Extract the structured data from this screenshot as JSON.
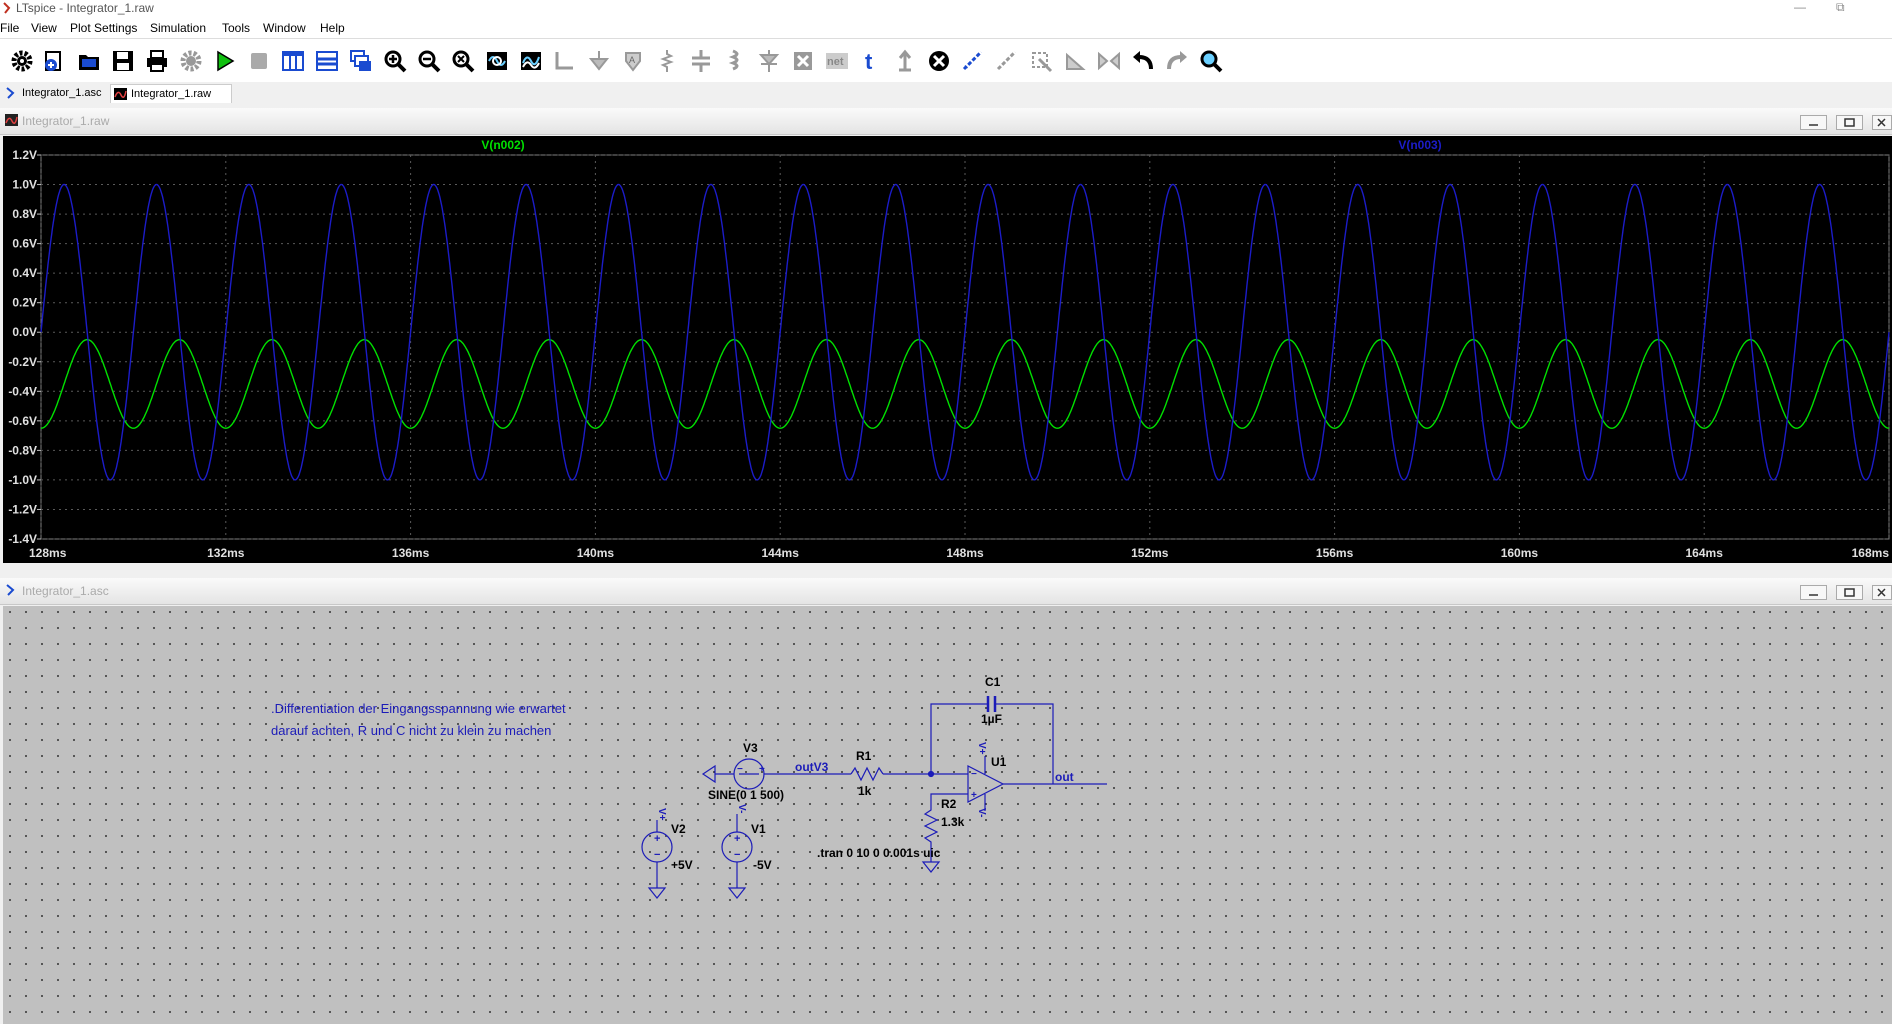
{
  "window": {
    "title": "LTspice - Integrator_1.raw"
  },
  "menu": {
    "file": "File",
    "view": "View",
    "plot_settings": "Plot Settings",
    "simulation": "Simulation",
    "tools": "Tools",
    "window": "Window",
    "help": "Help"
  },
  "tabs": [
    {
      "label": "Integrator_1.asc"
    },
    {
      "label": "Integrator_1.raw"
    }
  ],
  "plot_window": {
    "title": "Integrator_1.raw"
  },
  "schematic_window": {
    "title": "Integrator_1.asc"
  },
  "colors": {
    "trace_green": "#00e000",
    "trace_blue": "#1c1cc8",
    "plot_bg": "#000000",
    "axis_text": "#e0e0e0",
    "schematic_blue": "#1c1cb8",
    "schematic_bg": "#c0c0c0"
  },
  "chart_data": {
    "type": "line",
    "title": "",
    "xlabel": "",
    "ylabel": "",
    "xlim": [
      128,
      168
    ],
    "ylim": [
      -1.4,
      1.2
    ],
    "grid": true,
    "x_unit": "ms",
    "x_ticks": [
      "128ms",
      "132ms",
      "136ms",
      "140ms",
      "144ms",
      "148ms",
      "152ms",
      "156ms",
      "160ms",
      "164ms",
      "168ms"
    ],
    "y_ticks": [
      "1.2V",
      "1.0V",
      "0.8V",
      "0.6V",
      "0.4V",
      "0.2V",
      "0.0V",
      "-0.2V",
      "-0.4V",
      "-0.6V",
      "-0.8V",
      "-1.0V",
      "-1.2V",
      "-1.4V"
    ],
    "series": [
      {
        "name": "V(n002)",
        "color": "#00e000",
        "waveform": "sine",
        "frequency_hz": 500,
        "amplitude_v": 0.3,
        "offset_v": -0.35,
        "first_peak_ms": 129.0
      },
      {
        "name": "V(n003)",
        "color": "#1c1cc8",
        "waveform": "sine",
        "frequency_hz": 500,
        "amplitude_v": 1.0,
        "offset_v": 0.0,
        "first_peak_ms": 128.5
      }
    ]
  },
  "schematic": {
    "comment_line1": ".Differentiation der Eingangsspannung wie erwartet",
    "comment_line2": "darauf achten, R und C nicht zu klein zu machen",
    "directive": ".tran 0 10 0 0.001s uic",
    "V3": {
      "name": "V3",
      "value": "SINE(0 1 500)"
    },
    "V2": {
      "name": "V2",
      "value": "+5V"
    },
    "V1": {
      "name": "V1",
      "value": "-5V"
    },
    "R1": {
      "name": "R1",
      "value": "1k"
    },
    "R2": {
      "name": "R2",
      "value": "1.3k"
    },
    "C1": {
      "name": "C1",
      "value": "1µF"
    },
    "U1": {
      "name": "U1"
    },
    "net_outV3": "outV3",
    "net_out": "out",
    "flag_vplus": "V+",
    "flag_vminus": "V-"
  }
}
